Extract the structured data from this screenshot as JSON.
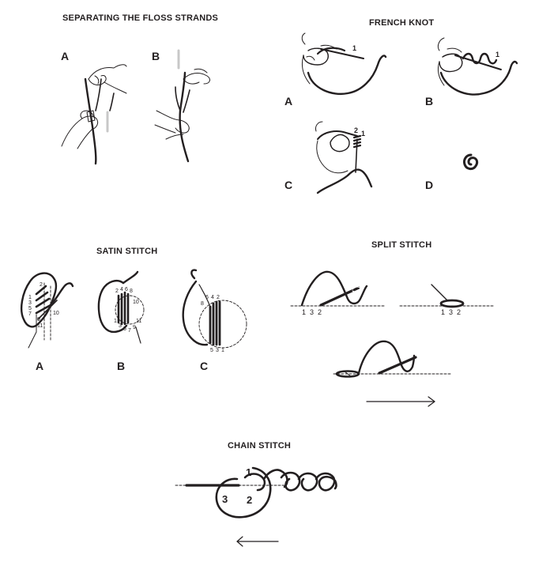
{
  "floss": {
    "title": "SEPARATING THE FLOSS STRANDS",
    "panel_a": "A",
    "panel_b": "B"
  },
  "french_knot": {
    "title": "FRENCH KNOT",
    "panel_a": "A",
    "panel_b": "B",
    "panel_c": "C",
    "panel_d": "D",
    "a_num_1": "1",
    "b_num_1": "1",
    "c_num_2": "2",
    "c_num_1": "1"
  },
  "satin": {
    "title": "SATIN STITCH",
    "panel_a": "A",
    "panel_b": "B",
    "panel_c": "C",
    "a_nums": [
      "2",
      "1",
      "3",
      "5",
      "7",
      "9",
      "11",
      "10"
    ],
    "b_nums": [
      "2",
      "4",
      "6",
      "8",
      "10",
      "1",
      "3",
      "5",
      "7",
      "9",
      "11"
    ],
    "c_nums": [
      "6",
      "4",
      "2",
      "8",
      "5",
      "3",
      "1"
    ]
  },
  "split": {
    "title": "SPLIT STITCH",
    "left_nums": "1  3  2",
    "right_nums": "1  3  2"
  },
  "chain": {
    "title": "CHAIN STITCH",
    "num_1": "1",
    "num_2": "2",
    "num_3": "3"
  }
}
